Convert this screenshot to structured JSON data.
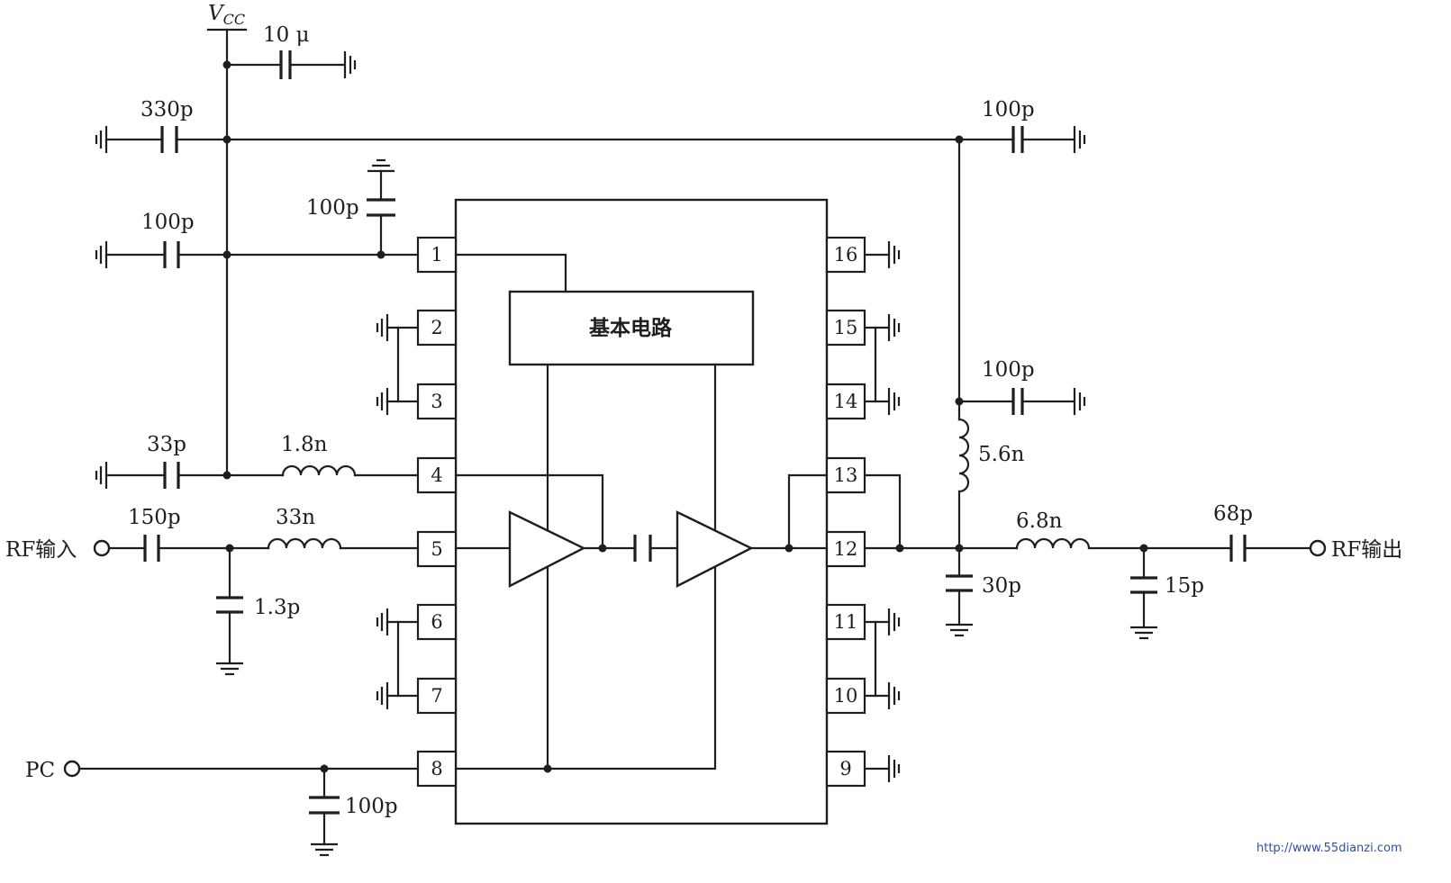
{
  "labels": {
    "vcc": "V",
    "vcc_sub": "CC",
    "c_10u": "10 μ",
    "c_330p": "330p",
    "c_100p_top_right": "100p",
    "c_100p_pin1": "100p",
    "c_100p_left": "100p",
    "c_33p": "33p",
    "l_1_8n": "1.8n",
    "c_150p": "150p",
    "l_33n": "33n",
    "c_1_3p": "1.3p",
    "c_100p_pc": "100p",
    "c_100p_right_mid": "100p",
    "l_5_6n": "5.6n",
    "l_6_8n": "6.8n",
    "c_68p": "68p",
    "c_30p": "30p",
    "c_15p": "15p",
    "rf_in": "RF输入",
    "rf_out": "RF输出",
    "pc": "PC",
    "basic_circuit": "基本电路",
    "watermark": "http://www.55dianzi.com"
  },
  "pins_left": [
    "1",
    "2",
    "3",
    "4",
    "5",
    "6",
    "7",
    "8"
  ],
  "pins_right": [
    "16",
    "15",
    "14",
    "13",
    "12",
    "11",
    "10",
    "9"
  ]
}
